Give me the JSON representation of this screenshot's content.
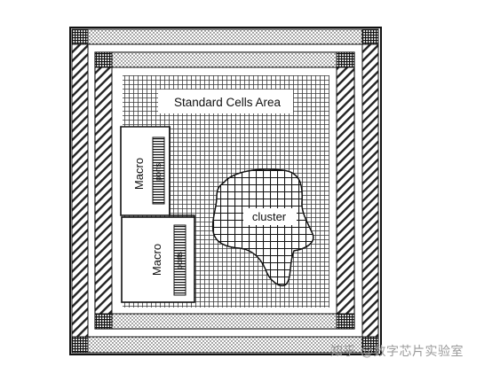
{
  "diagram": {
    "standard_cells_label": "Standard Cells Area",
    "macro_top": {
      "label": "Macro",
      "ports_label": "ports"
    },
    "macro_bottom": {
      "label": "Macro",
      "ports_label": "ports"
    },
    "cluster_label": "cluster",
    "colors": {
      "stroke": "#111111",
      "grid": "#444444",
      "background": "#ffffff"
    }
  },
  "watermark": {
    "text": "知乎 @数字芯片实验室"
  }
}
